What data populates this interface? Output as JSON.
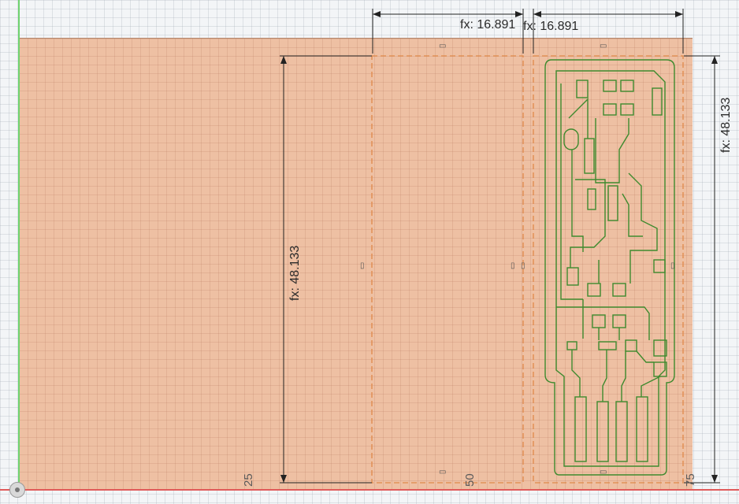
{
  "dimensions": {
    "width_left": "fx: 16.891",
    "width_right": "fx: 16.891",
    "height_left": "fx: 48.133",
    "height_right": "fx: 48.133"
  },
  "axis_ticks": {
    "t25": "25",
    "t50": "50",
    "t75": "75"
  },
  "colors": {
    "stock": "#eec0a3",
    "dashed_boundary": "#e0894a",
    "trace": "#3e8a2e",
    "y_axis": "#6fd36f",
    "x_axis": "#e05a5a"
  }
}
